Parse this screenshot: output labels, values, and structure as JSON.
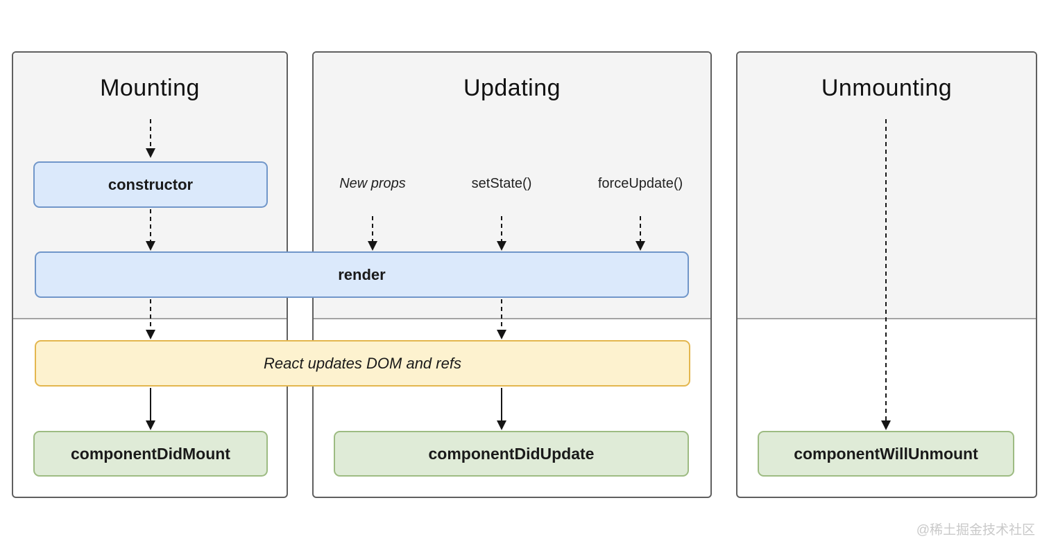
{
  "diagram": {
    "columns": [
      {
        "title": "Mounting",
        "box_top": "constructor",
        "box_bottom": "componentDidMount"
      },
      {
        "title": "Updating",
        "triggers": [
          "New props",
          "setState()",
          "forceUpdate()"
        ],
        "box_bottom": "componentDidUpdate"
      },
      {
        "title": "Unmounting",
        "box_bottom": "componentWillUnmount"
      }
    ],
    "shared": {
      "render_label": "render",
      "commit_label": "React updates DOM and refs"
    }
  },
  "watermark": "@稀土掘金技术社区",
  "colors": {
    "panel_bg_top": "#f4f4f4",
    "panel_bg_bottom": "#ffffff",
    "panel_border": "#5f5f5f",
    "phase_divider": "#a3a3a3",
    "blue_fill": "#dbe9fb",
    "blue_border": "#7096c9",
    "yellow_fill": "#fdf2cf",
    "yellow_border": "#e3b64e",
    "green_fill": "#dfebd7",
    "green_border": "#9dbb82",
    "arrow": "#151515",
    "watermark_text": "#c9c9c9"
  }
}
